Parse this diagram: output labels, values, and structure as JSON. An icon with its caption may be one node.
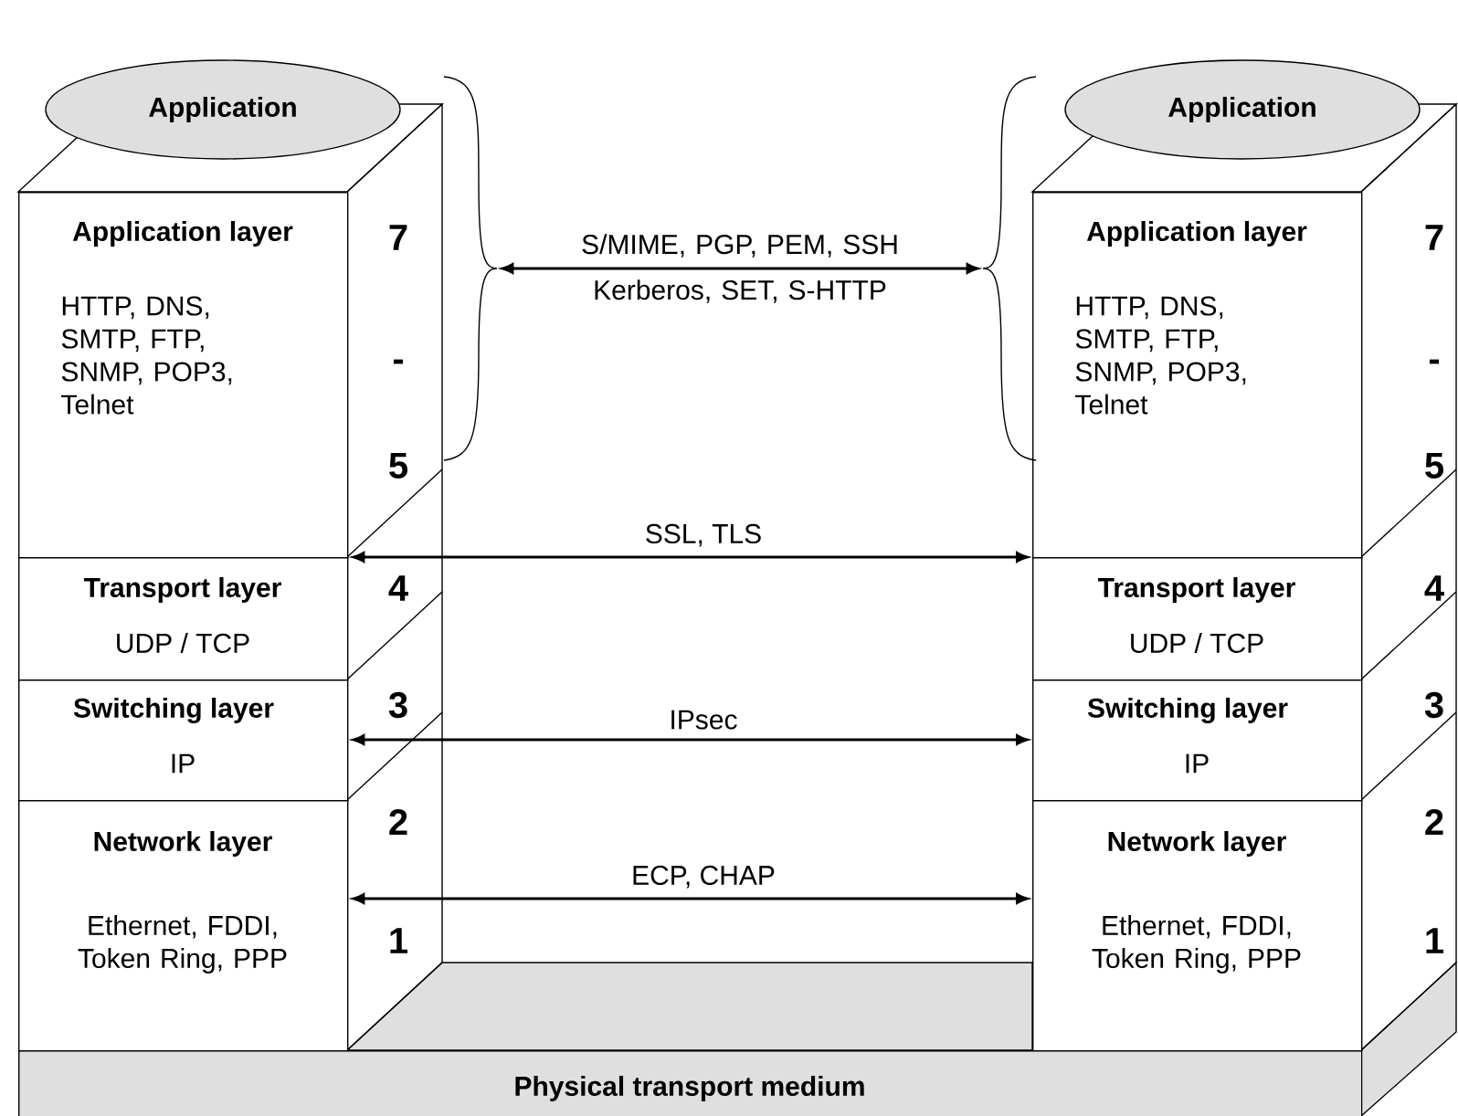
{
  "diagram": {
    "nodes": [
      {
        "text": [
          "Application"
        ]
      },
      {
        "text": [
          "Application layer",
          "HTTP, DNS, SMTP, FTP, SNMP, POP3, Telnet"
        ],
        "beside": [
          "7",
          "-",
          "5"
        ]
      },
      {
        "text": [
          "Transport layer",
          "UDP / TCP"
        ],
        "beside": [
          "4"
        ]
      },
      {
        "text": [
          "Switching layer",
          "IP"
        ],
        "beside": [
          "3"
        ]
      },
      {
        "text": [
          "Network layer",
          "Ethernet, FDDI, Token Ring, PPP"
        ],
        "beside": [
          "2",
          "1"
        ]
      },
      {
        "text": [
          "Application"
        ]
      },
      {
        "text": [
          "Application layer",
          "HTTP, DNS, SMTP, FTP, SNMP, POP3, Telnet"
        ],
        "beside": [
          "7",
          "-",
          "5"
        ]
      },
      {
        "text": [
          "Transport layer",
          "UDP / TCP"
        ],
        "beside": [
          "4"
        ]
      },
      {
        "text": [
          "Switching layer",
          "IP"
        ],
        "beside": [
          "3"
        ]
      },
      {
        "text": [
          "Network layer",
          "Ethernet, FDDI, Token Ring, PPP"
        ],
        "beside": [
          "2",
          "1"
        ]
      },
      {
        "text": [],
        "shape": "brace"
      },
      {
        "text": [],
        "shape": "brace"
      },
      {
        "text": [
          "Physical transport medium"
        ]
      }
    ],
    "edges": [
      {
        "from": 10,
        "to": 11,
        "arrow": "both",
        "label": "S/MIME, PGP, PEM, SSH Kerberos, SET, S-HTTP"
      },
      {
        "from": 1,
        "to": 6,
        "arrow": "both",
        "label": "SSL, TLS"
      },
      {
        "from": 3,
        "to": 8,
        "arrow": "both",
        "label": "IPsec"
      },
      {
        "from": 4,
        "to": 9,
        "arrow": "both",
        "label": "ECP, CHAP"
      }
    ]
  }
}
